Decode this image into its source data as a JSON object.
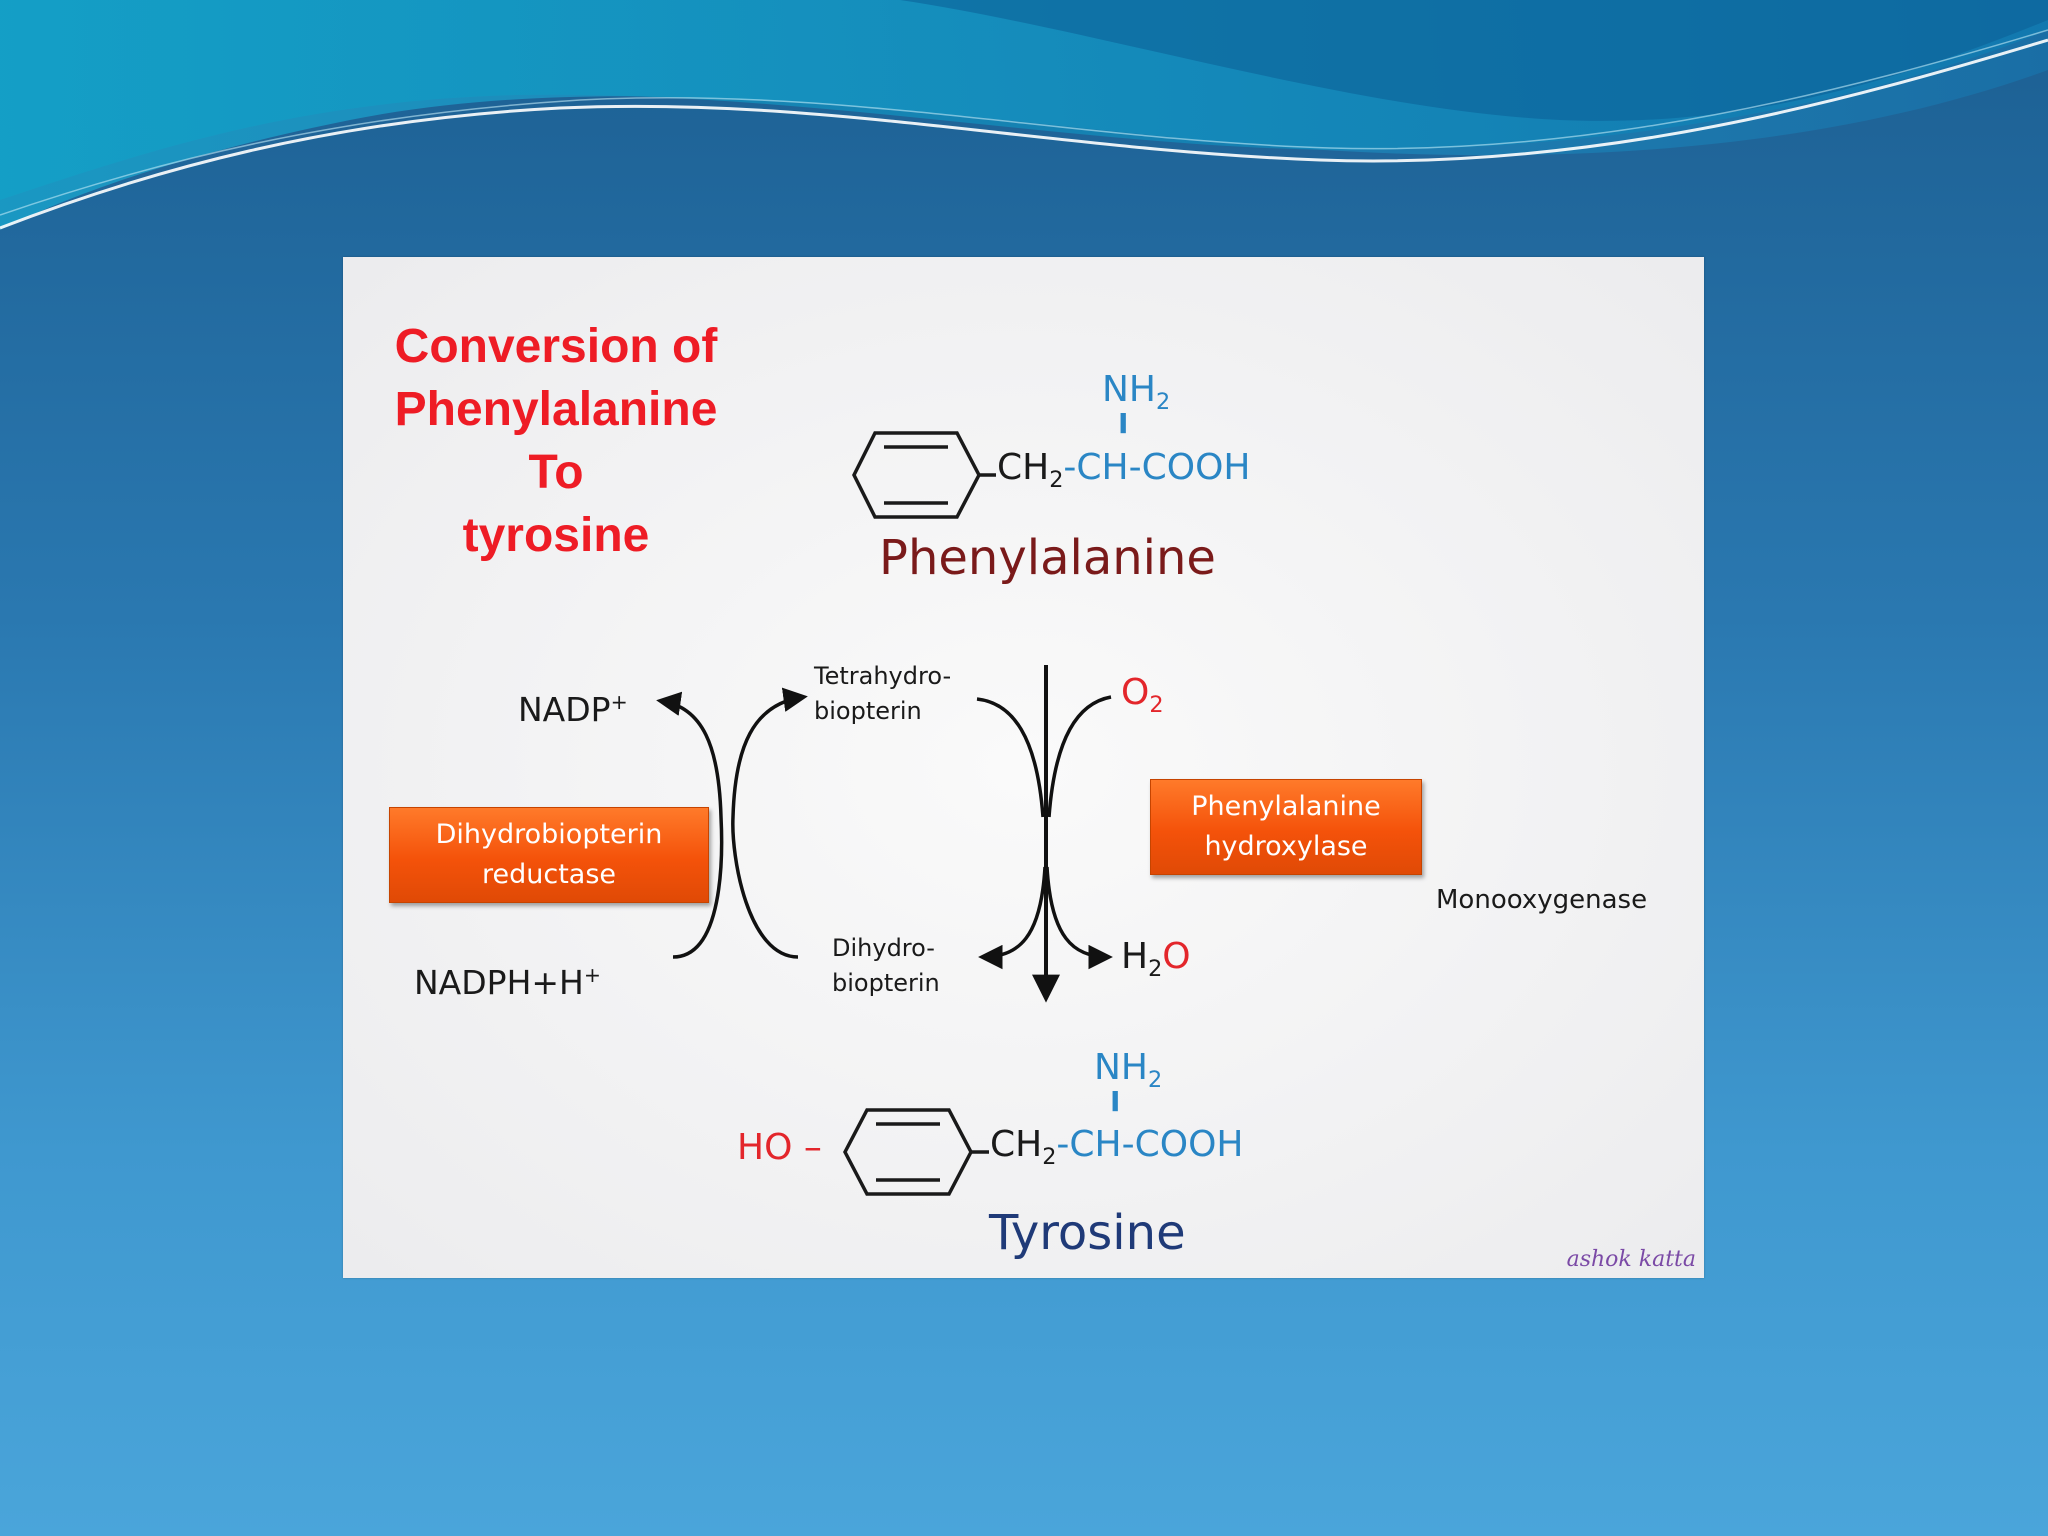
{
  "title_lines": [
    "Conversion of",
    "Phenylalanine",
    "To",
    "tyrosine"
  ],
  "phenylalanine": {
    "amine": "NH",
    "amine_sub": "2",
    "bond_bar": "I",
    "ch2": "CH",
    "ch2_sub": "2",
    "chain_rest": "-CH-COOH",
    "name": "Phenylalanine"
  },
  "tyrosine": {
    "hydroxyl": "HO –",
    "amine": "NH",
    "amine_sub": "2",
    "bond_bar": "I",
    "ch2": "CH",
    "ch2_sub": "2",
    "chain_rest": "-CH-COOH",
    "name": "Tyrosine"
  },
  "cofactors": {
    "nadp": "NADP",
    "nadp_sup": "+",
    "nadph": "NADPH+H",
    "nadph_sup": "+",
    "tetrahydro_line1": "Tetrahydro-",
    "tetrahydro_line2": "biopterin",
    "dihydro_line1": "Dihydro-",
    "dihydro_line2": "biopterin",
    "oxygen": "O",
    "oxygen_sub": "2",
    "water_h": "H",
    "water_sub": "2",
    "water_o": "O"
  },
  "enzymes": {
    "reductase_line1": "Dihydrobiopterin",
    "reductase_line2": "reductase",
    "hydroxylase_line1": "Phenylalanine",
    "hydroxylase_line2": "hydroxylase",
    "enzyme_class": "Monooxygenase"
  },
  "signature": "ashok katta",
  "colors": {
    "title": "#ee1c25",
    "side_chain": "#2a86c5",
    "hydroxyl_and_oxygen": "#e3262b",
    "phenylalanine_name": "#7a1a1a",
    "tyrosine_name": "#1f3a78",
    "enzyme_box": "#f4520a"
  }
}
